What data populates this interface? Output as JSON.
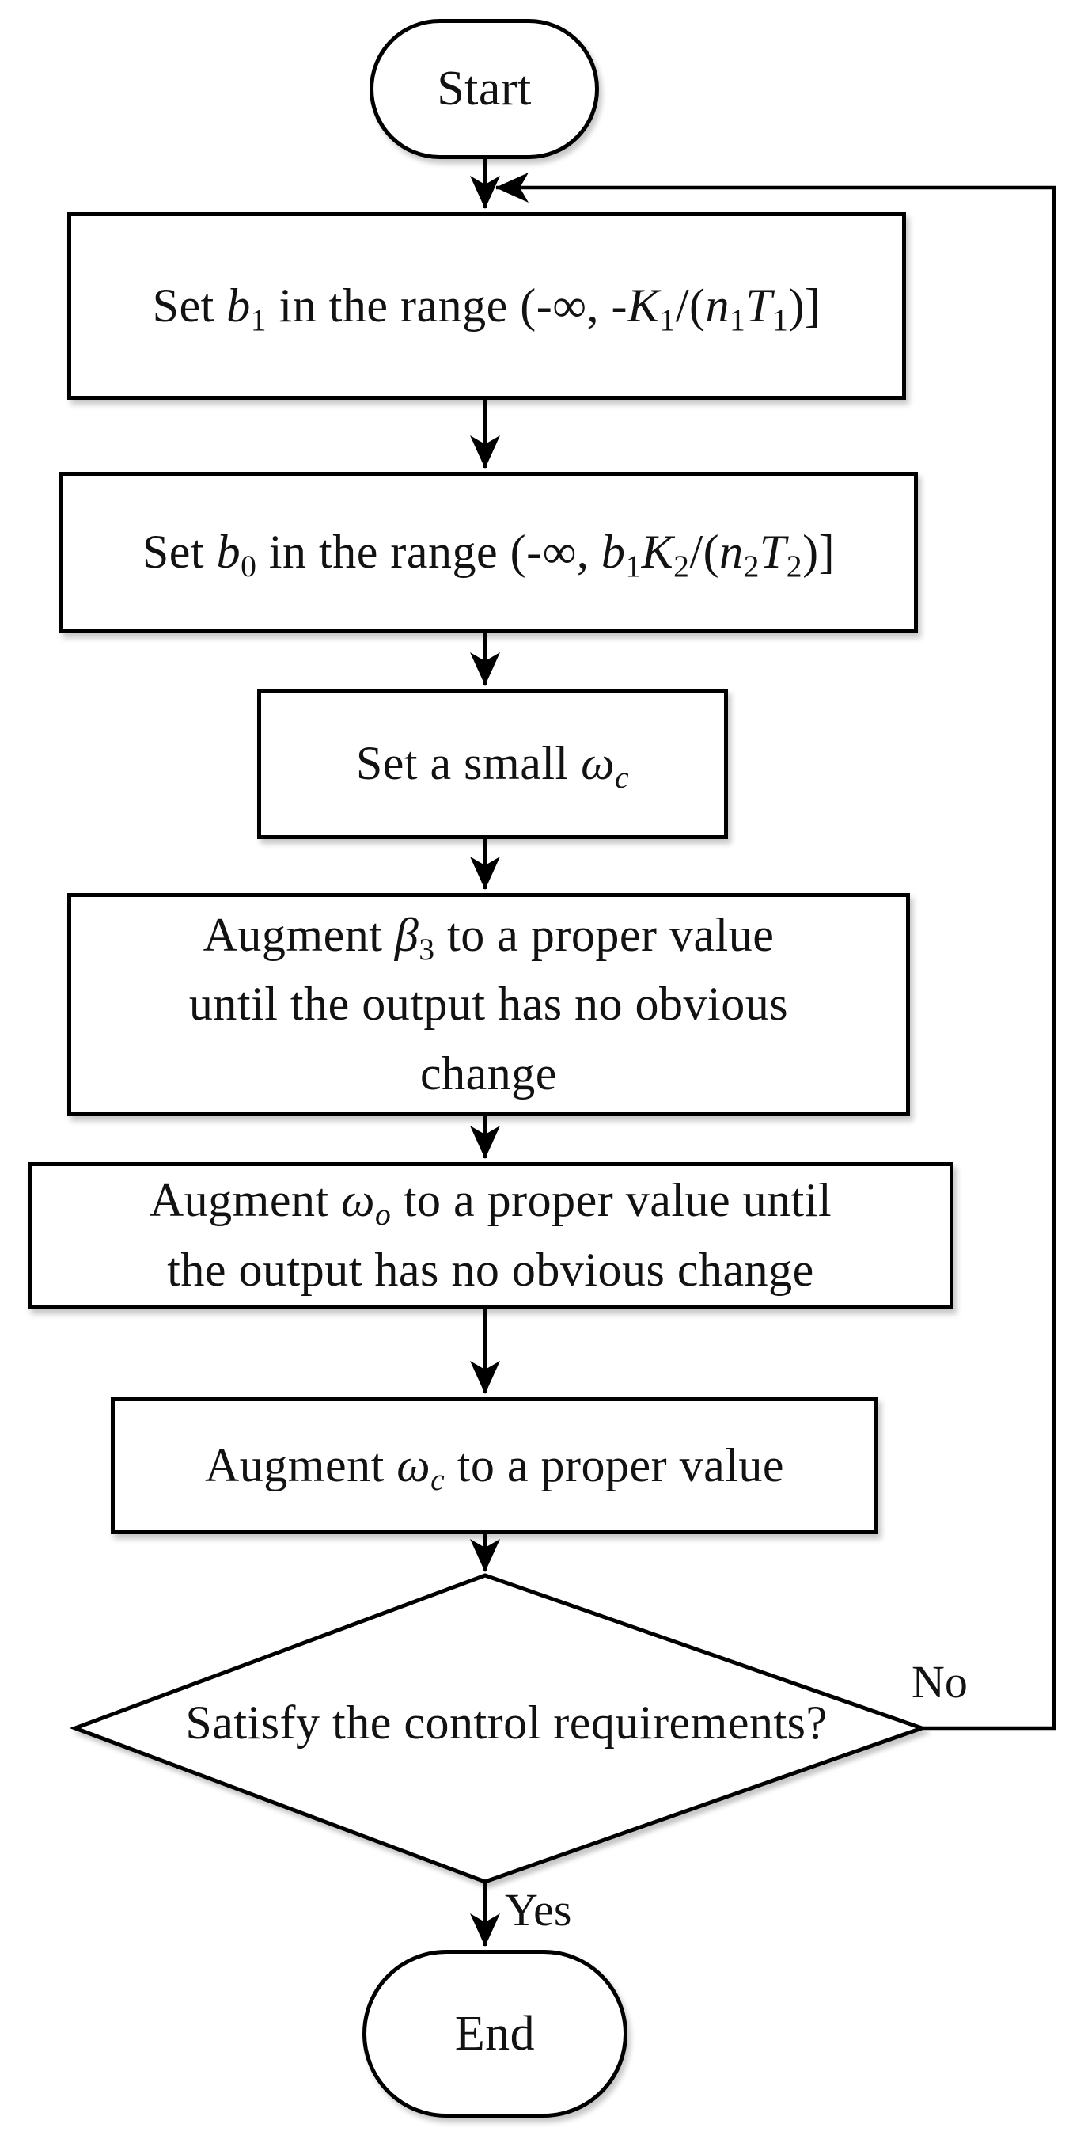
{
  "diagram": {
    "type": "flowchart",
    "colors": {
      "stroke": "#000000",
      "node_fill": "#ffffff",
      "text": "#121212"
    },
    "nodes": {
      "start": {
        "label": "Start",
        "shape": "terminator"
      },
      "set_b1": {
        "shape": "process",
        "plain_text": "Set b1 in the range (-∞, -K1/(n1T1)]",
        "lines": [
          [
            {
              "t": "Set "
            },
            {
              "t": "b",
              "s": "i"
            },
            {
              "t": "1",
              "s": "sub"
            },
            {
              "t": " in the range (-∞, -"
            },
            {
              "t": "K",
              "s": "i"
            },
            {
              "t": "1",
              "s": "sub"
            },
            {
              "t": "/("
            },
            {
              "t": "n",
              "s": "i"
            },
            {
              "t": "1",
              "s": "sub"
            },
            {
              "t": "T",
              "s": "i"
            },
            {
              "t": "1",
              "s": "sub"
            },
            {
              "t": ")]"
            }
          ]
        ]
      },
      "set_b0": {
        "shape": "process",
        "plain_text": "Set b0 in the range (-∞, b1K2/(n2T2)]",
        "lines": [
          [
            {
              "t": "Set "
            },
            {
              "t": "b",
              "s": "i"
            },
            {
              "t": "0",
              "s": "sub"
            },
            {
              "t": " in the range (-∞, "
            },
            {
              "t": "b",
              "s": "i"
            },
            {
              "t": "1",
              "s": "sub"
            },
            {
              "t": "K",
              "s": "i"
            },
            {
              "t": "2",
              "s": "sub"
            },
            {
              "t": "/("
            },
            {
              "t": "n",
              "s": "i"
            },
            {
              "t": "2",
              "s": "sub"
            },
            {
              "t": "T",
              "s": "i"
            },
            {
              "t": "2",
              "s": "sub"
            },
            {
              "t": ")]"
            }
          ]
        ]
      },
      "set_small_wc": {
        "shape": "process",
        "plain_text": "Set a small ωc",
        "lines": [
          [
            {
              "t": "Set a small "
            },
            {
              "t": "ω",
              "s": "i"
            },
            {
              "t": "c",
              "s": "isub"
            }
          ]
        ]
      },
      "augment_beta3": {
        "shape": "process",
        "plain_text": "Augment β3 to a proper value until the output has no obvious change",
        "lines": [
          [
            {
              "t": "Augment "
            },
            {
              "t": "β",
              "s": "i"
            },
            {
              "t": "3",
              "s": "sub"
            },
            {
              "t": " to a proper value"
            }
          ],
          [
            {
              "t": "until the output has no obvious"
            }
          ],
          [
            {
              "t": "change"
            }
          ]
        ]
      },
      "augment_wo": {
        "shape": "process",
        "plain_text": "Augment ωo to a proper value until the output has no obvious change",
        "lines": [
          [
            {
              "t": "Augment "
            },
            {
              "t": "ω",
              "s": "i"
            },
            {
              "t": "o",
              "s": "isub"
            },
            {
              "t": " to a proper value until"
            }
          ],
          [
            {
              "t": "the output has no obvious change"
            }
          ]
        ]
      },
      "augment_wc": {
        "shape": "process",
        "plain_text": "Augment ωc to a proper value",
        "lines": [
          [
            {
              "t": "Augment "
            },
            {
              "t": "ω",
              "s": "i"
            },
            {
              "t": "c",
              "s": "isub"
            },
            {
              "t": " to a proper value"
            }
          ]
        ]
      },
      "decision": {
        "shape": "decision",
        "label": "Satisfy the control requirements?"
      },
      "end": {
        "label": "End",
        "shape": "terminator"
      }
    },
    "edge_labels": {
      "no": "No",
      "yes": "Yes"
    }
  }
}
